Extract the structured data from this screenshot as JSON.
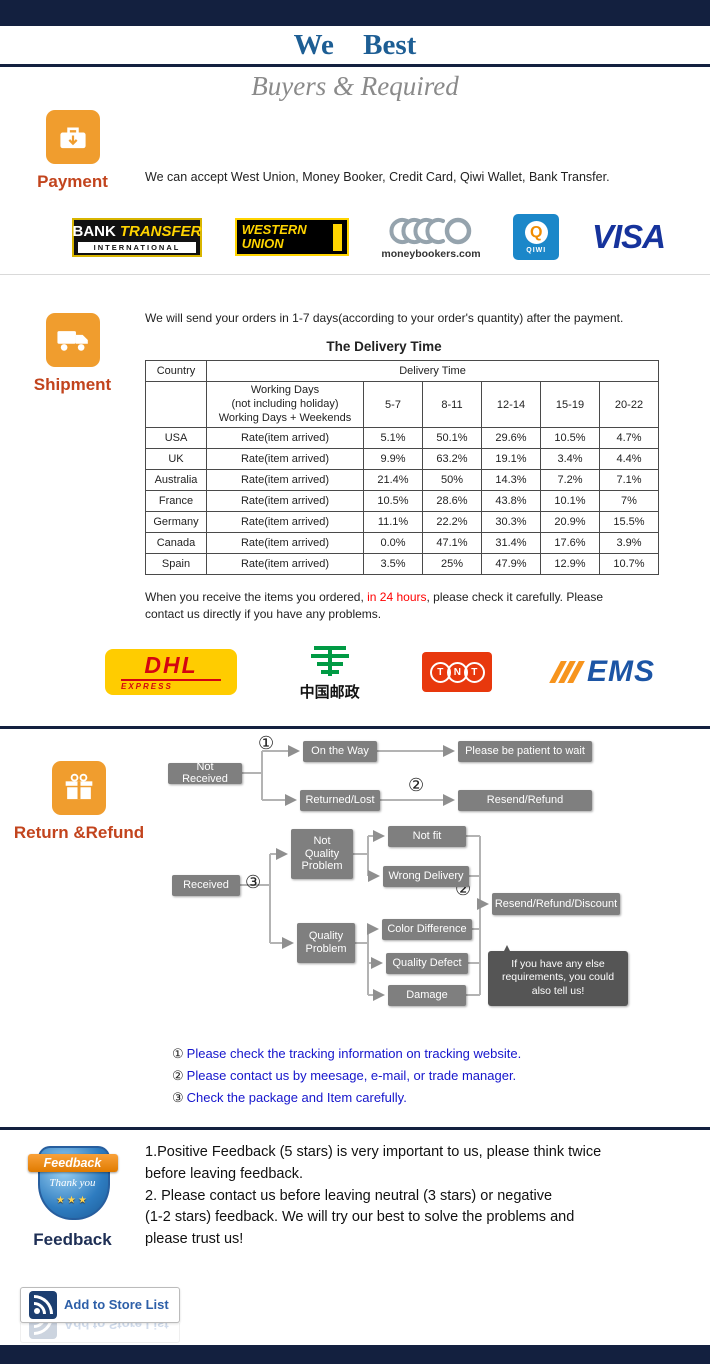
{
  "colors": {
    "navy": "#13203f",
    "accent_orange": "#f09d2e",
    "section_label_red": "#c2441d",
    "note_blue": "#1515cc"
  },
  "header": {
    "title": "We Best",
    "subtitle": "Buyers & Required"
  },
  "payment": {
    "label": "Payment",
    "description": "We can accept West Union, Money Booker, Credit Card, Qiwi Wallet, Bank Transfer.",
    "logos": {
      "bank_transfer": {
        "line1": "BANK",
        "line2": "TRANSFER",
        "line3": "INTERNATIONAL"
      },
      "western_union": {
        "line1": "WESTERN",
        "line2": "UNION"
      },
      "moneybookers": {
        "label": "moneybookers.com"
      },
      "qiwi": {
        "letter": "Q",
        "label": "QIWI"
      },
      "visa": {
        "label": "VISA"
      }
    }
  },
  "shipment": {
    "label": "Shipment",
    "intro": "We will send your orders in 1-7 days(according to your order's quantity) after the payment.",
    "table": {
      "title": "The Delivery Time",
      "col1_header": "Country",
      "col2_header": "Delivery Time",
      "working_days": "Working Days\n(not including holiday)\nWorking Days + Weekends",
      "ranges": [
        "5-7",
        "8-11",
        "12-14",
        "15-19",
        "20-22"
      ],
      "rate_label": "Rate(item arrived)",
      "rows": [
        {
          "country": "USA",
          "values": [
            "5.1%",
            "50.1%",
            "29.6%",
            "10.5%",
            "4.7%"
          ]
        },
        {
          "country": "UK",
          "values": [
            "9.9%",
            "63.2%",
            "19.1%",
            "3.4%",
            "4.4%"
          ]
        },
        {
          "country": "Australia",
          "values": [
            "21.4%",
            "50%",
            "14.3%",
            "7.2%",
            "7.1%"
          ]
        },
        {
          "country": "France",
          "values": [
            "10.5%",
            "28.6%",
            "43.8%",
            "10.1%",
            "7%"
          ]
        },
        {
          "country": "Germany",
          "values": [
            "11.1%",
            "22.2%",
            "30.3%",
            "20.9%",
            "15.5%"
          ]
        },
        {
          "country": "Canada",
          "values": [
            "0.0%",
            "47.1%",
            "31.4%",
            "17.6%",
            "3.9%"
          ]
        },
        {
          "country": "Spain",
          "values": [
            "3.5%",
            "25%",
            "47.9%",
            "12.9%",
            "10.7%"
          ]
        }
      ]
    },
    "note_pre": "When you receive the items you ordered, ",
    "note_red": "in 24 hours",
    "note_post": ", please check it carefully. Please contact us directly if you have any problems.",
    "logos": {
      "dhl": {
        "name": "DHL",
        "sub": "EXPRESS"
      },
      "china_post": {
        "label": "中国邮政"
      },
      "tnt": {
        "letters": [
          "T",
          "N",
          "T"
        ]
      },
      "ems": {
        "label": "EMS"
      }
    }
  },
  "returns": {
    "label": "Return &Refund",
    "flow": {
      "num1": "①",
      "num2": "②",
      "num3": "③",
      "not_received": "Not Received",
      "on_the_way": "On the Way",
      "be_patient": "Please be patient to wait",
      "returned_lost": "Returned/Lost",
      "resend_refund": "Resend/Refund",
      "received": "Received",
      "not_quality_problem": "Not\nQuality\nProblem",
      "not_fit": "Not fit",
      "wrong_delivery": "Wrong Delivery",
      "quality_problem": "Quality\nProblem",
      "color_difference": "Color Difference",
      "quality_defect": "Quality Defect",
      "damage": "Damage",
      "resend_refund_discount": "Resend/Refund/Discount",
      "bubble": "If you have any else\nrequirements, you could\nalso tell us!"
    },
    "notes": [
      {
        "num": "①",
        "text": "Please check the tracking information on tracking website."
      },
      {
        "num": "②",
        "text": "Please contact us by meesage, e-mail, or trade manager."
      },
      {
        "num": "③",
        "text": "Check the package and Item carefully."
      }
    ]
  },
  "feedback": {
    "label": "Feedback",
    "badge": {
      "ribbon": "Feedback",
      "thank": "Thank you",
      "stars": "★★★"
    },
    "text": "1.Positive Feedback (5 stars) is very important to us, please think twice\n before leaving feedback.\n2. Please contact us before leaving neutral (3 stars) or negative\n(1-2 stars) feedback. We will try our best to solve the problems and\n please trust us!"
  },
  "footer": {
    "add_to_store": "Add to Store List"
  }
}
